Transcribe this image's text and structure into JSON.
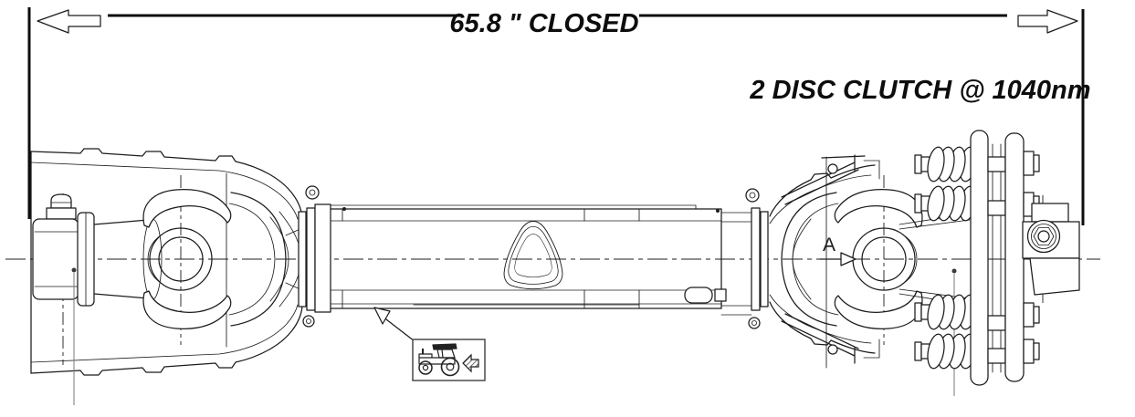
{
  "diagram": {
    "dimension_label": "65.8 \" CLOSED",
    "clutch_label": "2 DISC CLUTCH @ 1040nm",
    "section_marker": "A",
    "colors": {
      "line": "#1c1c1c",
      "background": "#ffffff",
      "leader": "#7a7a7a"
    },
    "icons": [
      "left-block-arrow-icon",
      "right-block-arrow-icon",
      "section-a-arrow-icon",
      "tractor-icon",
      "tractor-side-hatched-arrow-icon",
      "triangular-tube-profile-icon"
    ]
  }
}
